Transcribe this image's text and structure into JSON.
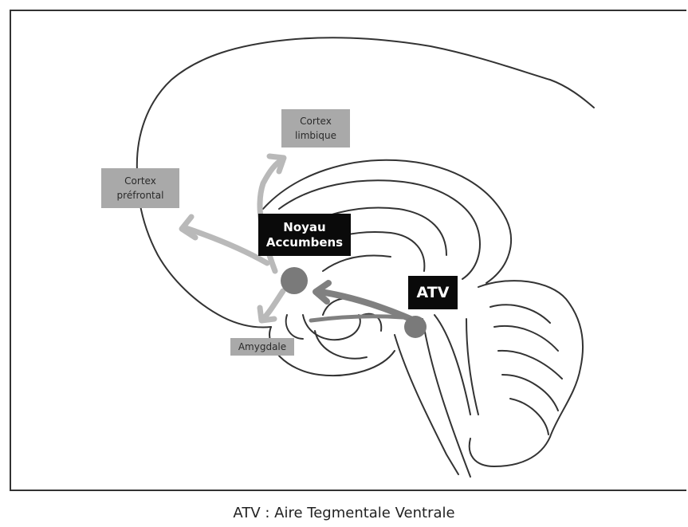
{
  "labels": {
    "cortex_limbique": "Cortex\nlimbique",
    "cortex_prefrontal": "Cortex\npréfrontal",
    "noyau_accumbens": "Noyau\nAccumbens",
    "atv": "ATV",
    "amygdale": "Amygdale"
  },
  "caption": "ATV : Aire Tegmentale Ventrale",
  "colors": {
    "outline": "#333333",
    "pathway_light": "#b9b9b9",
    "pathway_dark": "#808080",
    "nucleus": "#7a7a7a",
    "grey_box": "#a9a9a9",
    "dark_box": "#0a0a0a"
  }
}
